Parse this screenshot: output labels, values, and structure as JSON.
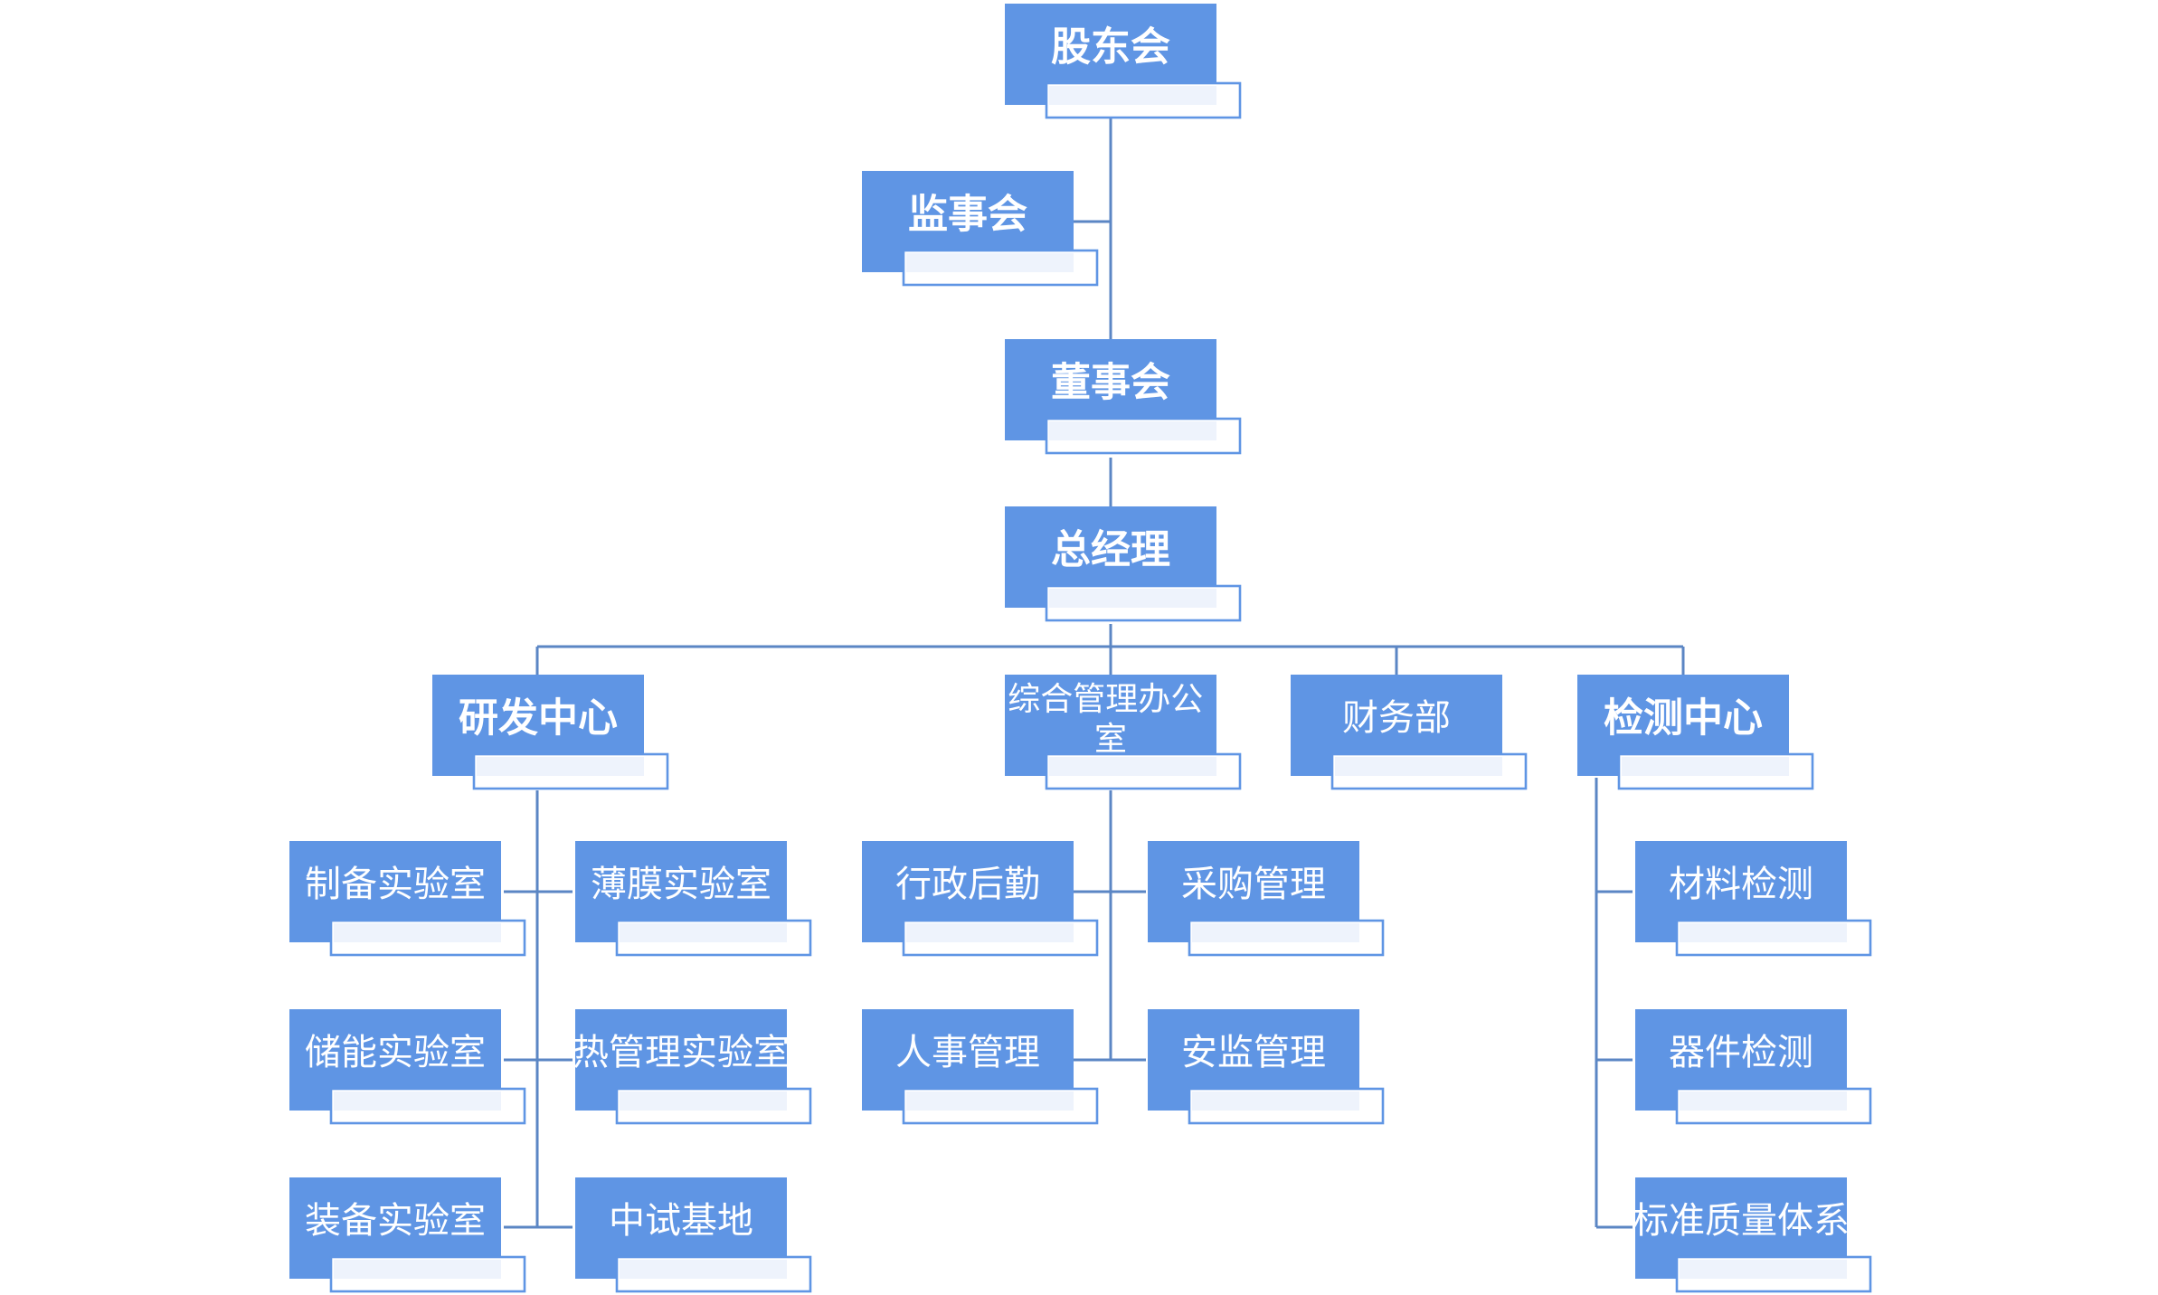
{
  "org_chart": {
    "nodes": {
      "shareholders": "股东会",
      "supervisors": "监事会",
      "board": "董事会",
      "general_manager": "总经理",
      "rd_center": "研发中心",
      "admin_office": "综合管理办公室",
      "finance": "财务部",
      "testing_center": "检测中心",
      "prep_lab": "制备实验室",
      "film_lab": "薄膜实验室",
      "storage_lab": "储能实验室",
      "thermal_lab": "热管理实验室",
      "equipment_lab": "装备实验室",
      "pilot_base": "中试基地",
      "admin_logistics": "行政后勤",
      "procurement": "采购管理",
      "hr": "人事管理",
      "safety": "安监管理",
      "material_testing": "材料检测",
      "device_testing": "器件检测",
      "quality_system": "标准质量体系"
    }
  }
}
